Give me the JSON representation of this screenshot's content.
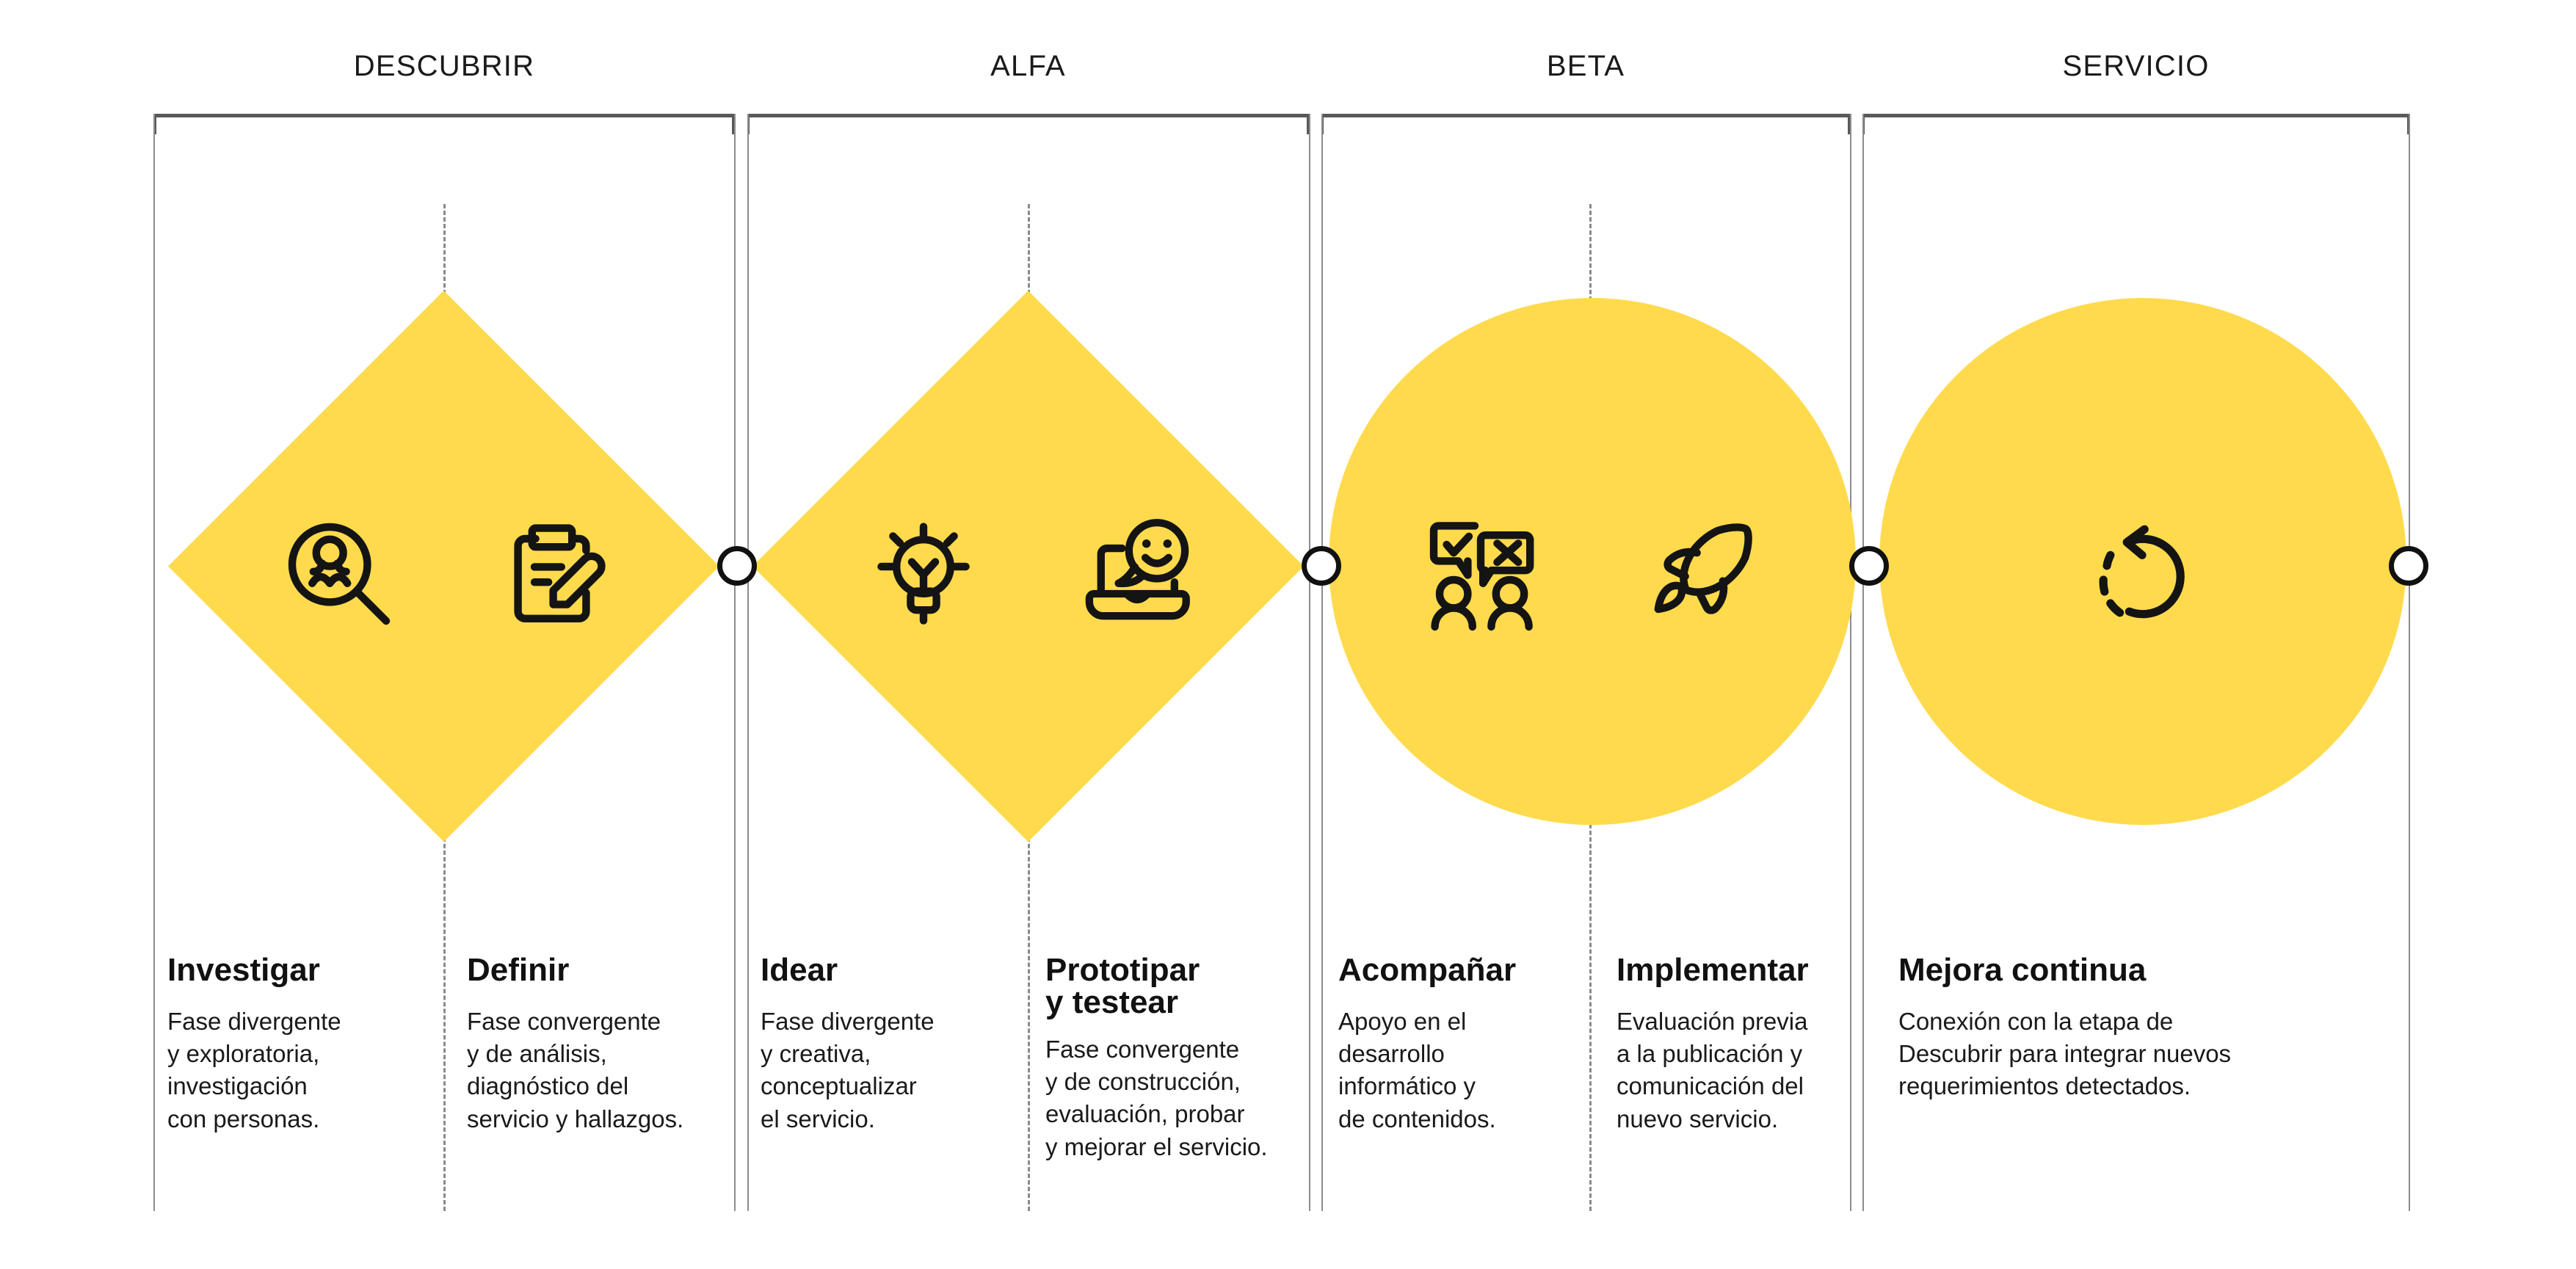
{
  "phases": [
    {
      "label": "DESCUBRIR"
    },
    {
      "label": "ALFA"
    },
    {
      "label": "BETA"
    },
    {
      "label": "SERVICIO"
    }
  ],
  "steps": [
    {
      "title": "Investigar",
      "description": "Fase divergente\ny exploratoria,\ninvestigación\ncon personas.",
      "icon": "magnifier-person-icon"
    },
    {
      "title": "Definir",
      "description": "Fase convergente\ny de análisis,\ndiagnóstico del\nservicio y hallazgos.",
      "icon": "clipboard-pencil-icon"
    },
    {
      "title": "Idear",
      "description": "Fase divergente\ny creativa,\nconceptualizar\nel servicio.",
      "icon": "lightbulb-icon"
    },
    {
      "title": "Prototipar\ny testear",
      "description": "Fase convergente\ny de construcción,\nevaluación, probar\ny mejorar el servicio.",
      "icon": "laptop-smiley-icon"
    },
    {
      "title": "Acompañar",
      "description": "Apoyo en el\ndesarrollo\ninformático y\nde contenidos.",
      "icon": "people-feedback-icon"
    },
    {
      "title": "Implementar",
      "description": "Evaluación previa\na la publicación y\ncomunicación del\nnuevo servicio.",
      "icon": "rocket-icon"
    },
    {
      "title": "Mejora continua",
      "description": "Conexión con la etapa de\nDescubrir para integrar nuevos\nrequerimientos detectados.",
      "icon": "refresh-cycle-icon"
    }
  ],
  "colors": {
    "accent": "#FFDA4D",
    "ink": "#111111",
    "rule": "#595959",
    "guide": "#8c8c8c"
  }
}
